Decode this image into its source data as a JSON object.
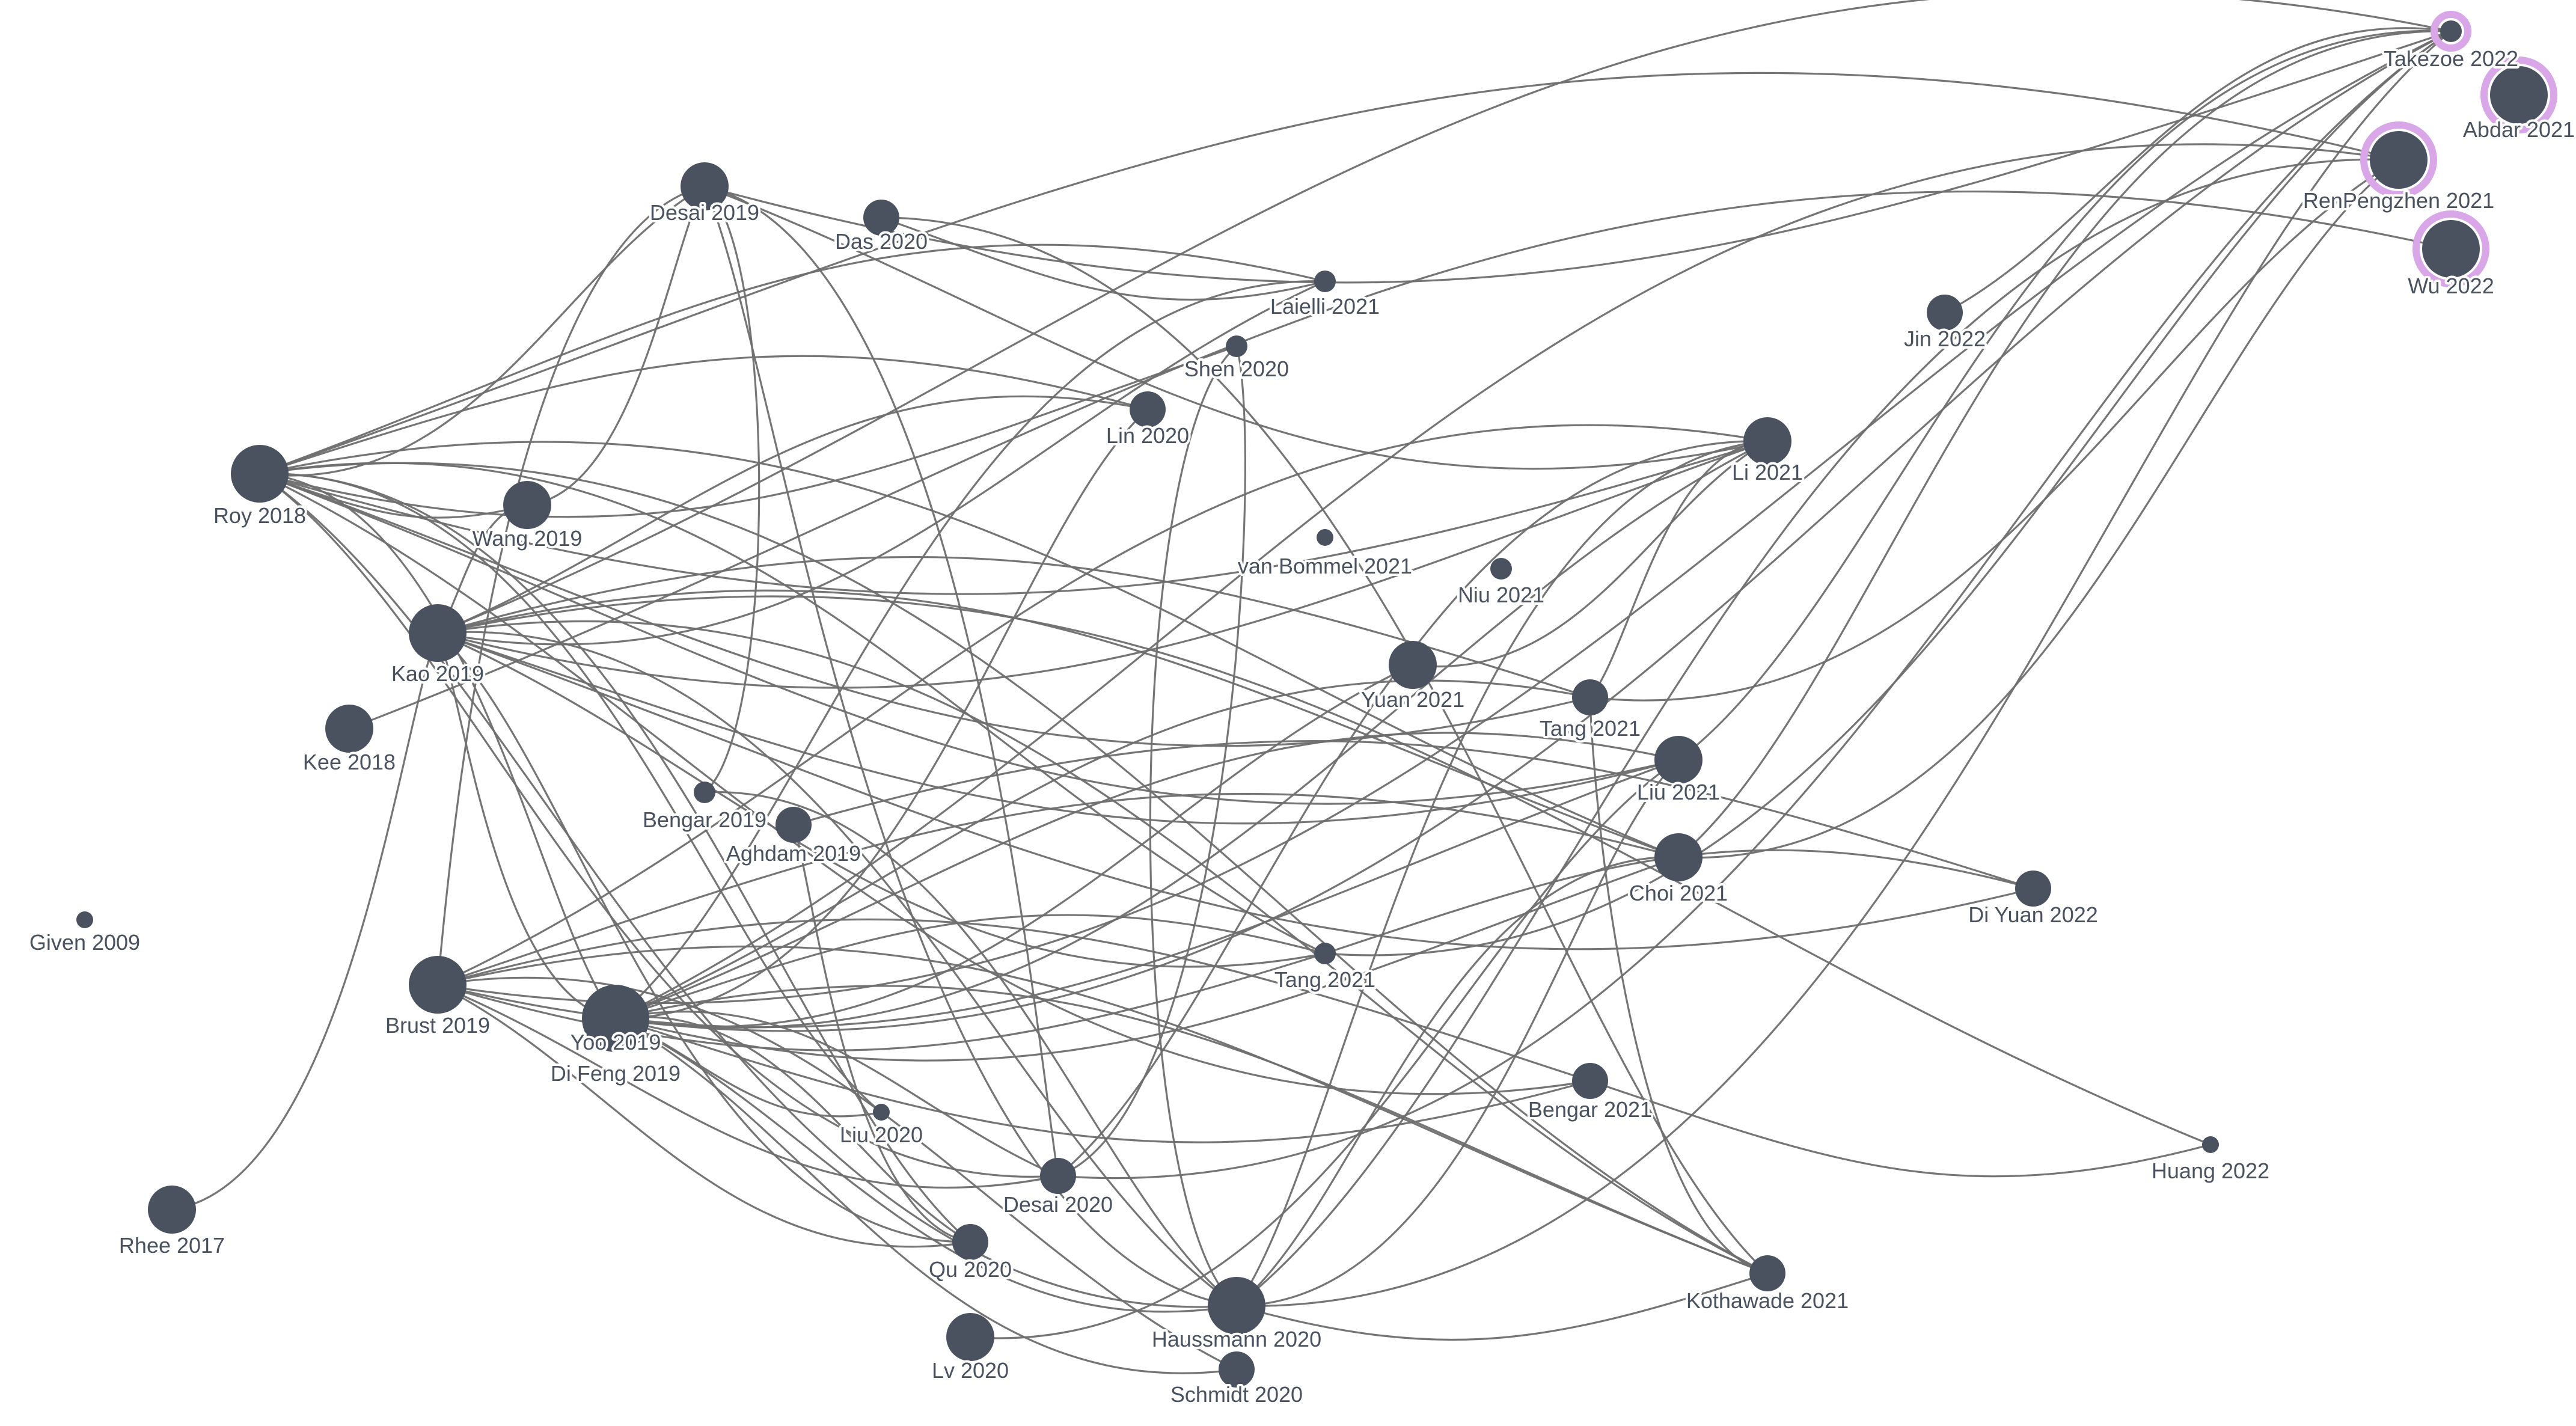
{
  "graph": {
    "node_color": "#4a5260",
    "edge_color": "#6e6e6e",
    "highlight_color": "#d9a6e8",
    "nodes": [
      {
        "id": "desai2019",
        "label": "Desai 2019",
        "size": "medium"
      },
      {
        "id": "das2020",
        "label": "Das 2020",
        "size": "small"
      },
      {
        "id": "laielli2021",
        "label": "Laielli 2021",
        "size": "tiny"
      },
      {
        "id": "shen2020",
        "label": "Shen 2020",
        "size": "tiny"
      },
      {
        "id": "lin2020",
        "label": "Lin 2020",
        "size": "small"
      },
      {
        "id": "roy2018",
        "label": "Roy 2018",
        "size": "large"
      },
      {
        "id": "wang2019",
        "label": "Wang 2019",
        "size": "medium"
      },
      {
        "id": "kao2019",
        "label": "Kao 2019",
        "size": "large"
      },
      {
        "id": "kee2018",
        "label": "Kee 2018",
        "size": "medium"
      },
      {
        "id": "bengar2019",
        "label": "Bengar 2019",
        "size": "tiny"
      },
      {
        "id": "aghdam2019",
        "label": "Aghdam 2019",
        "size": "small"
      },
      {
        "id": "given2009",
        "label": "Given 2009",
        "size": "dot"
      },
      {
        "id": "brust2019",
        "label": "Brust 2019",
        "size": "large"
      },
      {
        "id": "yoo2019",
        "label": "Yoo 2019",
        "size": "xlarge"
      },
      {
        "id": "difeng2019",
        "label": "Di Feng 2019",
        "size": "none"
      },
      {
        "id": "rhee2017",
        "label": "Rhee 2017",
        "size": "medium"
      },
      {
        "id": "liu2020",
        "label": "Liu 2020",
        "size": "dot"
      },
      {
        "id": "desai2020",
        "label": "Desai 2020",
        "size": "small"
      },
      {
        "id": "qu2020",
        "label": "Qu 2020",
        "size": "small"
      },
      {
        "id": "lv2020",
        "label": "Lv 2020",
        "size": "medium"
      },
      {
        "id": "haussmann2020",
        "label": "Haussmann 2020",
        "size": "large"
      },
      {
        "id": "schmidt2020",
        "label": "Schmidt 2020",
        "size": "small"
      },
      {
        "id": "vanbommel2021",
        "label": "van Bommel 2021",
        "size": "dot"
      },
      {
        "id": "niu2021",
        "label": "Niu 2021",
        "size": "tiny"
      },
      {
        "id": "yuan2021",
        "label": "Yuan 2021",
        "size": "medium"
      },
      {
        "id": "tang2021a",
        "label": "Tang 2021",
        "size": "small"
      },
      {
        "id": "tang2021b",
        "label": "Tang 2021",
        "size": "tiny"
      },
      {
        "id": "li2021",
        "label": "Li 2021",
        "size": "medium"
      },
      {
        "id": "liu2021",
        "label": "Liu 2021",
        "size": "medium"
      },
      {
        "id": "choi2021",
        "label": "Choi 2021",
        "size": "medium"
      },
      {
        "id": "bengar2021",
        "label": "Bengar 2021",
        "size": "small"
      },
      {
        "id": "kothawade2021",
        "label": "Kothawade 2021",
        "size": "small"
      },
      {
        "id": "jin2022",
        "label": "Jin 2022",
        "size": "small"
      },
      {
        "id": "diyuan2022",
        "label": "Di Yuan 2022",
        "size": "small"
      },
      {
        "id": "huang2022",
        "label": "Huang 2022",
        "size": "dot"
      },
      {
        "id": "takezoe2022",
        "label": "Takezoe 2022",
        "size": "tiny",
        "highlight": true
      },
      {
        "id": "abdar2021",
        "label": "Abdar 2021",
        "size": "large",
        "highlight": true
      },
      {
        "id": "renpengzhen2021",
        "label": "RenPengzhen 2021",
        "size": "large",
        "highlight": true
      },
      {
        "id": "wu2022",
        "label": "Wu 2022",
        "size": "large",
        "highlight": true
      }
    ],
    "edges": [
      [
        "roy2018",
        "desai2019"
      ],
      [
        "roy2018",
        "laielli2021"
      ],
      [
        "roy2018",
        "shen2020"
      ],
      [
        "roy2018",
        "lin2020"
      ],
      [
        "roy2018",
        "li2021"
      ],
      [
        "roy2018",
        "renpengzhen2021"
      ],
      [
        "roy2018",
        "wang2019"
      ],
      [
        "roy2018",
        "yoo2019"
      ],
      [
        "roy2018",
        "tang2021a"
      ],
      [
        "roy2018",
        "choi2021"
      ],
      [
        "roy2018",
        "liu2021"
      ],
      [
        "roy2018",
        "kothawade2021"
      ],
      [
        "roy2018",
        "desai2020"
      ],
      [
        "roy2018",
        "qu2020"
      ],
      [
        "roy2018",
        "haussmann2020"
      ],
      [
        "roy2018",
        "tang2021b"
      ],
      [
        "roy2018",
        "bengar2021"
      ],
      [
        "roy2018",
        "liu2020"
      ],
      [
        "desai2019",
        "takezoe2022"
      ],
      [
        "desai2019",
        "wang2019"
      ],
      [
        "desai2019",
        "brust2019"
      ],
      [
        "desai2019",
        "desai2020"
      ],
      [
        "desai2019",
        "haussmann2020"
      ],
      [
        "desai2019",
        "bengar2019"
      ],
      [
        "desai2019",
        "li2021"
      ],
      [
        "das2020",
        "kothawade2021"
      ],
      [
        "das2020",
        "laielli2021"
      ],
      [
        "kao2019",
        "takezoe2022"
      ],
      [
        "kao2019",
        "li2021"
      ],
      [
        "kao2019",
        "tang2021a"
      ],
      [
        "kao2019",
        "liu2021"
      ],
      [
        "kao2019",
        "choi2021"
      ],
      [
        "kao2019",
        "diyuan2022"
      ],
      [
        "kao2019",
        "kothawade2021"
      ],
      [
        "kao2019",
        "tang2021b"
      ],
      [
        "kao2019",
        "lin2020"
      ],
      [
        "kao2019",
        "laielli2021"
      ],
      [
        "kao2019",
        "wang2019"
      ],
      [
        "kao2019",
        "qu2020"
      ],
      [
        "kao2019",
        "huang2022"
      ],
      [
        "kao2019",
        "yoo2019"
      ],
      [
        "kao2019",
        "haussmann2020"
      ],
      [
        "brust2019",
        "takezoe2022"
      ],
      [
        "brust2019",
        "li2021"
      ],
      [
        "brust2019",
        "liu2021"
      ],
      [
        "brust2019",
        "choi2021"
      ],
      [
        "brust2019",
        "tang2021b"
      ],
      [
        "brust2019",
        "bengar2021"
      ],
      [
        "brust2019",
        "desai2020"
      ],
      [
        "brust2019",
        "kothawade2021"
      ],
      [
        "brust2019",
        "qu2020"
      ],
      [
        "brust2019",
        "schmidt2020"
      ],
      [
        "yoo2019",
        "takezoe2022"
      ],
      [
        "yoo2019",
        "renpengzhen2021"
      ],
      [
        "yoo2019",
        "li2021"
      ],
      [
        "yoo2019",
        "liu2021"
      ],
      [
        "yoo2019",
        "yuan2021"
      ],
      [
        "yoo2019",
        "tang2021a"
      ],
      [
        "yoo2019",
        "choi2021"
      ],
      [
        "yoo2019",
        "tang2021b"
      ],
      [
        "yoo2019",
        "bengar2021"
      ],
      [
        "yoo2019",
        "kothawade2021"
      ],
      [
        "yoo2019",
        "haussmann2020"
      ],
      [
        "yoo2019",
        "desai2020"
      ],
      [
        "yoo2019",
        "liu2020"
      ],
      [
        "yoo2019",
        "qu2020"
      ],
      [
        "yoo2019",
        "schmidt2020"
      ],
      [
        "yoo2019",
        "laielli2021"
      ],
      [
        "yoo2019",
        "lin2020"
      ],
      [
        "kee2018",
        "wu2022"
      ],
      [
        "rhee2017",
        "kao2019"
      ],
      [
        "aghdam2019",
        "diyuan2022"
      ],
      [
        "aghdam2019",
        "qu2020"
      ],
      [
        "bengar2019",
        "haussmann2020"
      ],
      [
        "desai2020",
        "takezoe2022"
      ],
      [
        "desai2020",
        "li2021"
      ],
      [
        "desai2020",
        "shen2020"
      ],
      [
        "haussmann2020",
        "shen2020"
      ],
      [
        "haussmann2020",
        "takezoe2022"
      ],
      [
        "haussmann2020",
        "renpengzhen2021"
      ],
      [
        "haussmann2020",
        "liu2021"
      ],
      [
        "haussmann2020",
        "choi2021"
      ],
      [
        "haussmann2020",
        "kothawade2021"
      ],
      [
        "haussmann2020",
        "li2021"
      ],
      [
        "lv2020",
        "liu2021"
      ],
      [
        "choi2021",
        "takezoe2022"
      ],
      [
        "choi2021",
        "renpengzhen2021"
      ],
      [
        "liu2021",
        "takezoe2022"
      ],
      [
        "tang2021a",
        "renpengzhen2021"
      ],
      [
        "tang2021a",
        "li2021"
      ],
      [
        "tang2021b",
        "takezoe2022"
      ],
      [
        "tang2021b",
        "diyuan2022"
      ],
      [
        "bengar2021",
        "huang2022"
      ],
      [
        "jin2022",
        "takezoe2022"
      ],
      [
        "yuan2021",
        "li2021"
      ],
      [
        "kothawade2021",
        "tang2021a"
      ]
    ]
  }
}
